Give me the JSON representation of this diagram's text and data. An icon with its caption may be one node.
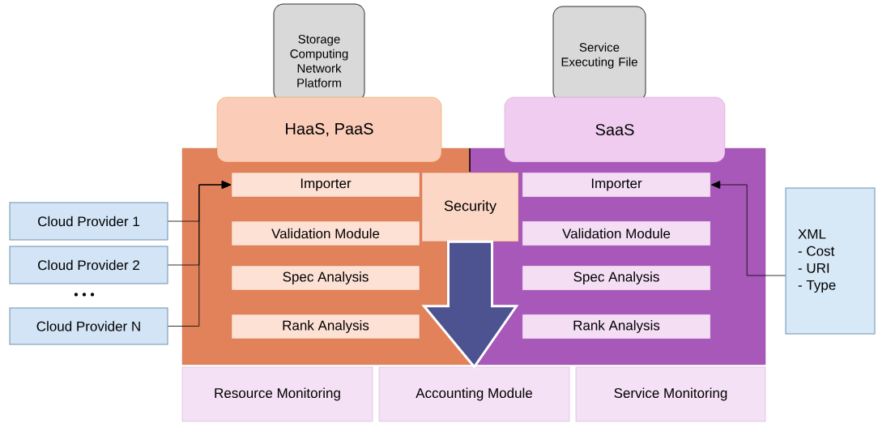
{
  "diagram": {
    "nodes": [
      {
        "text": [
          "Storage Computing Network Platform"
        ]
      },
      {
        "text": [
          "Service Executing File"
        ]
      },
      {
        "text": [
          "HaaS, PaaS"
        ]
      },
      {
        "text": [
          "SaaS"
        ]
      },
      {
        "text": [],
        "shape": "box"
      },
      {
        "text": [],
        "shape": "box"
      },
      {
        "text": [
          "Importer"
        ],
        "in": 4
      },
      {
        "text": [
          "Validation Module"
        ],
        "in": 4
      },
      {
        "text": [
          "Spec Analysis"
        ],
        "in": 4
      },
      {
        "text": [
          "Rank Analysis"
        ],
        "in": 4
      },
      {
        "text": [
          "Security"
        ]
      },
      {
        "text": [
          "Importer"
        ],
        "in": 5
      },
      {
        "text": [
          "Validation Module"
        ],
        "in": 5
      },
      {
        "text": [
          "Spec Analysis"
        ],
        "in": 5
      },
      {
        "text": [
          "Rank Analysis"
        ],
        "in": 5
      },
      {
        "text": [
          "Resource Monitoring"
        ]
      },
      {
        "text": [
          "Accounting Module"
        ]
      },
      {
        "text": [
          "Service Monitoring"
        ]
      },
      {
        "text": [
          "Cloud Provider 1"
        ]
      },
      {
        "text": [
          "Cloud Provider 2"
        ]
      },
      {
        "text": [
          "Cloud Provider N"
        ]
      },
      {
        "text": [
          "XML",
          "- Cost",
          "- URI",
          "- Type"
        ]
      }
    ],
    "edges": [
      {
        "from": 18,
        "to": 6,
        "arrow": "to"
      },
      {
        "from": 19,
        "to": 6,
        "arrow": "to"
      },
      {
        "from": 20,
        "to": 6,
        "arrow": "to"
      },
      {
        "from": 21,
        "to": 11,
        "arrow": "to"
      },
      {
        "from": 10,
        "to": 16,
        "arrow": "to",
        "style": "thick",
        "color": "#4d5291"
      }
    ],
    "labels": [
      "• • •"
    ]
  }
}
